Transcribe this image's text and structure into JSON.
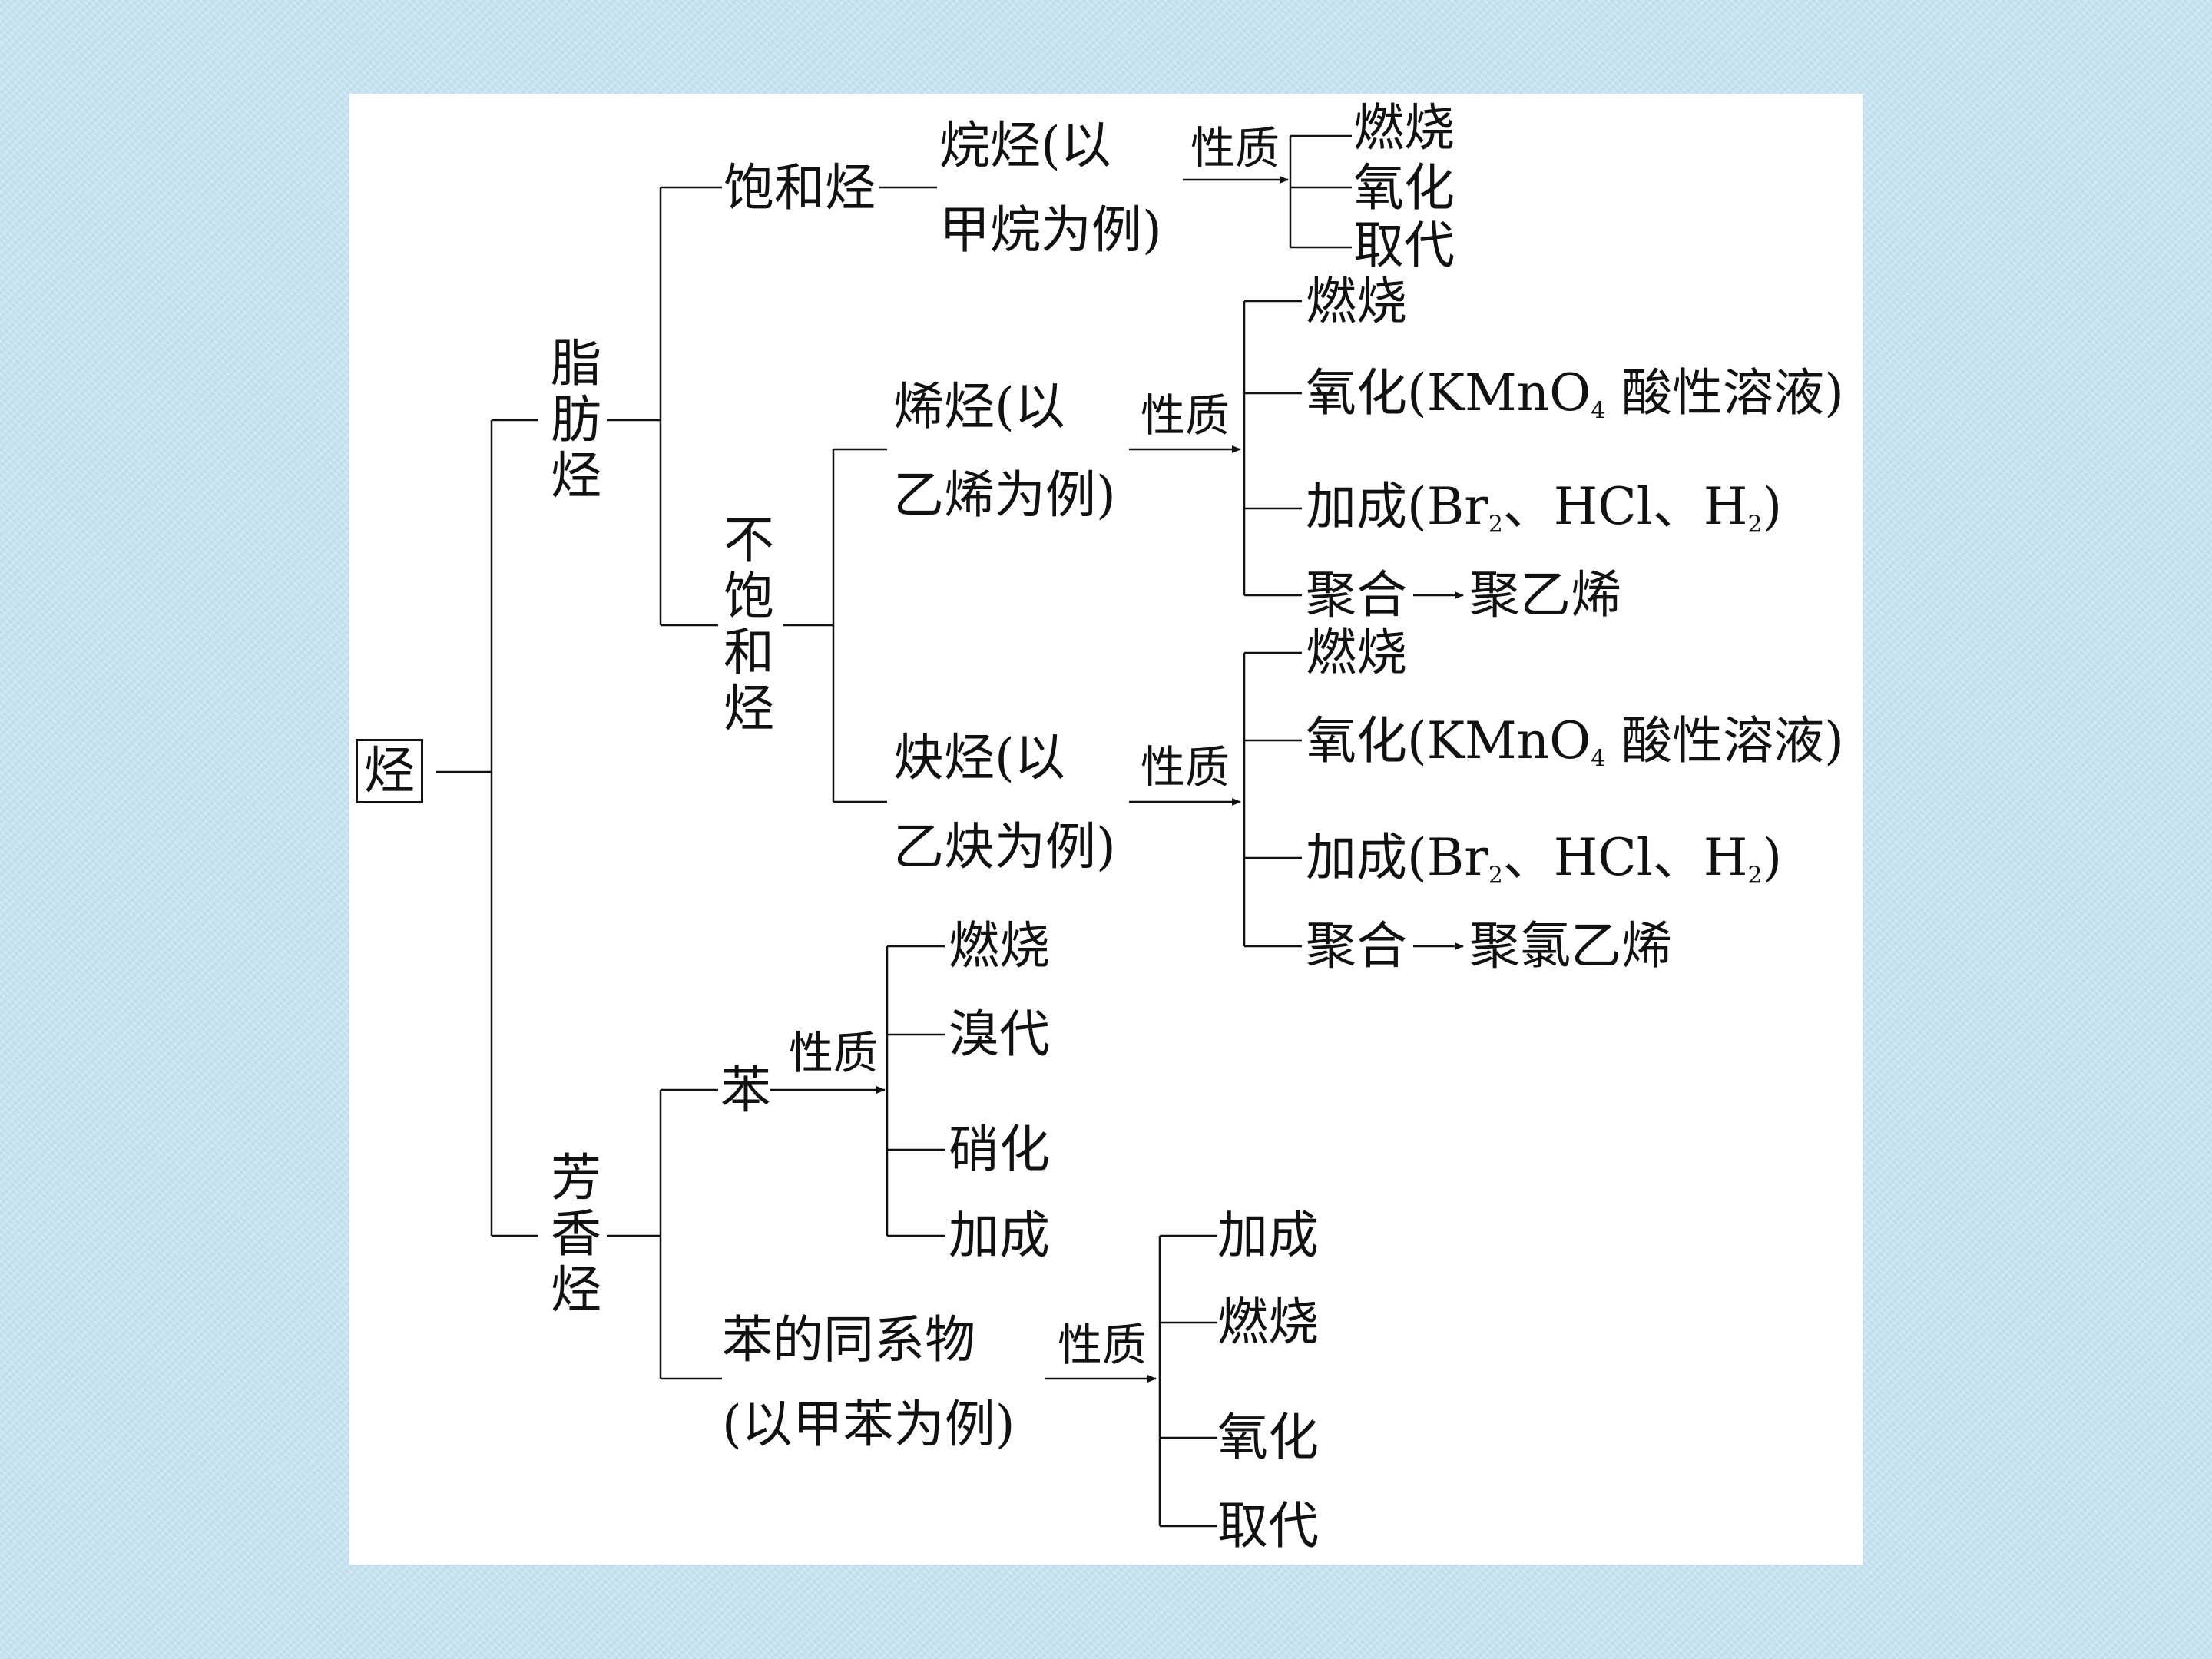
{
  "root": "烃",
  "aliphatic": "脂肪烃",
  "saturated": "饱和烃",
  "alkane_line1": "烷烃(以",
  "alkane_line2": "甲烷为例)",
  "alkane_props": [
    "燃烧",
    "氧化",
    "取代"
  ],
  "unsaturated": "不饱和烃",
  "alkene_line1": "烯烃(以",
  "alkene_line2": "乙烯为例)",
  "alkyne_line1": "炔烃(以",
  "alkyne_line2": "乙炔为例)",
  "combustion": "燃烧",
  "ox_prefix": "氧化(KMnO",
  "ox_sub": "4",
  "ox_suffix": " 酸性溶液)",
  "add_prefix": "加成(Br",
  "add_sub1": "2",
  "add_mid": "、HCl、H",
  "add_sub2": "2",
  "add_suffix": ")",
  "polymerize": "聚合",
  "polyethylene": "聚乙烯",
  "pvc": "聚氯乙烯",
  "aromatic": "芳香烃",
  "benzene": "苯",
  "benzene_props": [
    "燃烧",
    "溴代",
    "硝化",
    "加成"
  ],
  "homolog_line1": "苯的同系物",
  "homolog_line2": "(以甲苯为例)",
  "homolog_props": [
    "加成",
    "燃烧",
    "氧化",
    "取代"
  ],
  "property": "性质"
}
